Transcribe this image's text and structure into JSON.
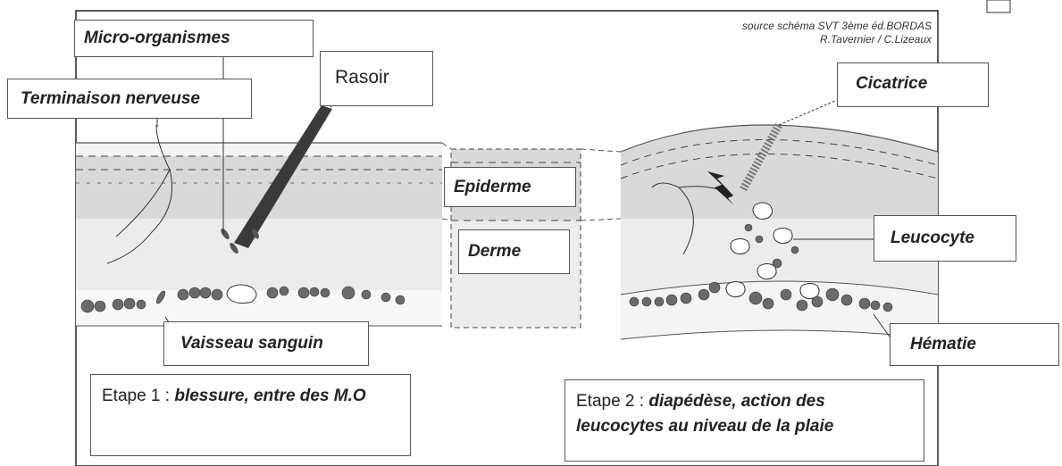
{
  "source": {
    "line1": "source schéma SVT 3ème éd.BORDAS",
    "line2": "R.Tavernier / C.Lizeaux"
  },
  "labels": {
    "micro_organismes": "Micro-organismes",
    "rasoir": "Rasoir",
    "terminaison_nerveuse": "Terminaison nerveuse",
    "cicatrice": "Cicatrice",
    "epiderme": "Epiderme",
    "derme": "Derme",
    "leucocyte": "Leucocyte",
    "vaisseau_sanguin": "Vaisseau sanguin",
    "hematie": "Hématie"
  },
  "steps": {
    "etape1": {
      "prefix": "Etape 1 : ",
      "text": "blessure, entre des M.O"
    },
    "etape2": {
      "prefix": "Etape 2 : ",
      "text": "diapédèse, action des leucocytes au niveau de la plaie"
    }
  },
  "colors": {
    "epidermis": "#d9d9d9",
    "dermis": "#ececec",
    "line": "#333333",
    "cells": "#6a6a6a"
  }
}
